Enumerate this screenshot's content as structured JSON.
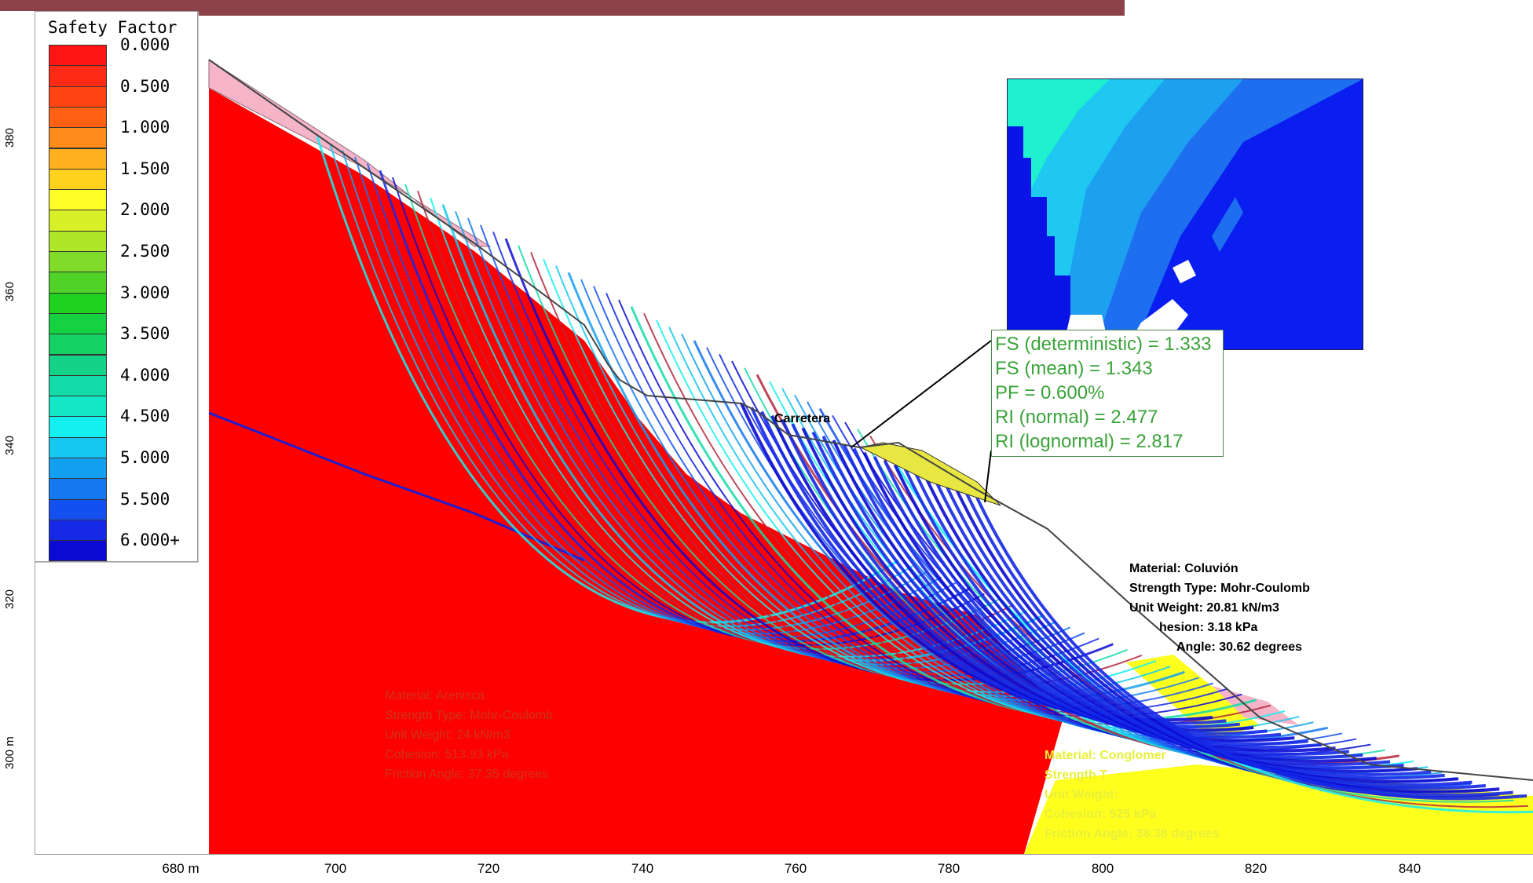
{
  "legend": {
    "title": "Safety Factor",
    "entries": [
      {
        "label": "0.000",
        "color": "#ff1414"
      },
      {
        "label": "",
        "color": "#ff2a14"
      },
      {
        "label": "0.500",
        "color": "#ff4414"
      },
      {
        "label": "",
        "color": "#ff6014"
      },
      {
        "label": "1.000",
        "color": "#ff8c1a"
      },
      {
        "label": "",
        "color": "#ffb020"
      },
      {
        "label": "1.500",
        "color": "#ffd21e"
      },
      {
        "label": "",
        "color": "#ffff28"
      },
      {
        "label": "2.000",
        "color": "#d8f028"
      },
      {
        "label": "",
        "color": "#b0e628"
      },
      {
        "label": "2.500",
        "color": "#80dc28"
      },
      {
        "label": "",
        "color": "#50d228"
      },
      {
        "label": "3.000",
        "color": "#1ed21e"
      },
      {
        "label": "",
        "color": "#14d240"
      },
      {
        "label": "3.500",
        "color": "#14d264"
      },
      {
        "label": "",
        "color": "#14d288"
      },
      {
        "label": "4.000",
        "color": "#14dca8"
      },
      {
        "label": "",
        "color": "#14e6c8"
      },
      {
        "label": "4.500",
        "color": "#14f0f0"
      },
      {
        "label": "",
        "color": "#14c8f0"
      },
      {
        "label": "5.000",
        "color": "#14a0f0"
      },
      {
        "label": "",
        "color": "#1478f0"
      },
      {
        "label": "5.500",
        "color": "#1450f0"
      },
      {
        "label": "",
        "color": "#1428e6"
      },
      {
        "label": "6.000+",
        "color": "#0a0ad2"
      }
    ]
  },
  "axes": {
    "y_ticks": [
      "380",
      "360",
      "340",
      "320",
      "300 m"
    ],
    "x_ticks": [
      "680 m",
      "700",
      "720",
      "740",
      "760",
      "780",
      "800",
      "820",
      "840"
    ]
  },
  "results": {
    "fs_deterministic": "FS (deterministic) = 1.333",
    "fs_mean": "FS (mean) = 1.343",
    "pf": "PF = 0.600%",
    "ri_normal": "RI (normal) = 2.477",
    "ri_lognormal": "RI (lognormal) = 2.817"
  },
  "labels": {
    "carretera": "Carretera"
  },
  "materials": {
    "arenisca": [
      "Material: Arenisca",
      "Strength Type: Mohr-Coulomb",
      "Unit Weight: 24 kN/m3",
      "Cohesion: 513.93 kPa",
      "Friction Angle: 37.35 degrees"
    ],
    "coluvion": [
      "Material: Coluvión",
      "Strength Type: Mohr-Coulomb",
      "Unit Weight: 20.81 kN/m3",
      "hesion: 3.18 kPa",
      "Angle: 30.62 degrees"
    ],
    "conglomerado": [
      "Material: Conglomer",
      "Strength T",
      "Unit Weight:",
      "Cohesion: 525 kPa",
      "Friction Angle: 38.38 degrees"
    ]
  },
  "colors": {
    "header_bar": "#8b4349",
    "rock_red": "#ff0000",
    "soil_yellow": "#ffff1e",
    "pink_layer": "#f5b4c8",
    "fs_text": "#3aa33a"
  }
}
